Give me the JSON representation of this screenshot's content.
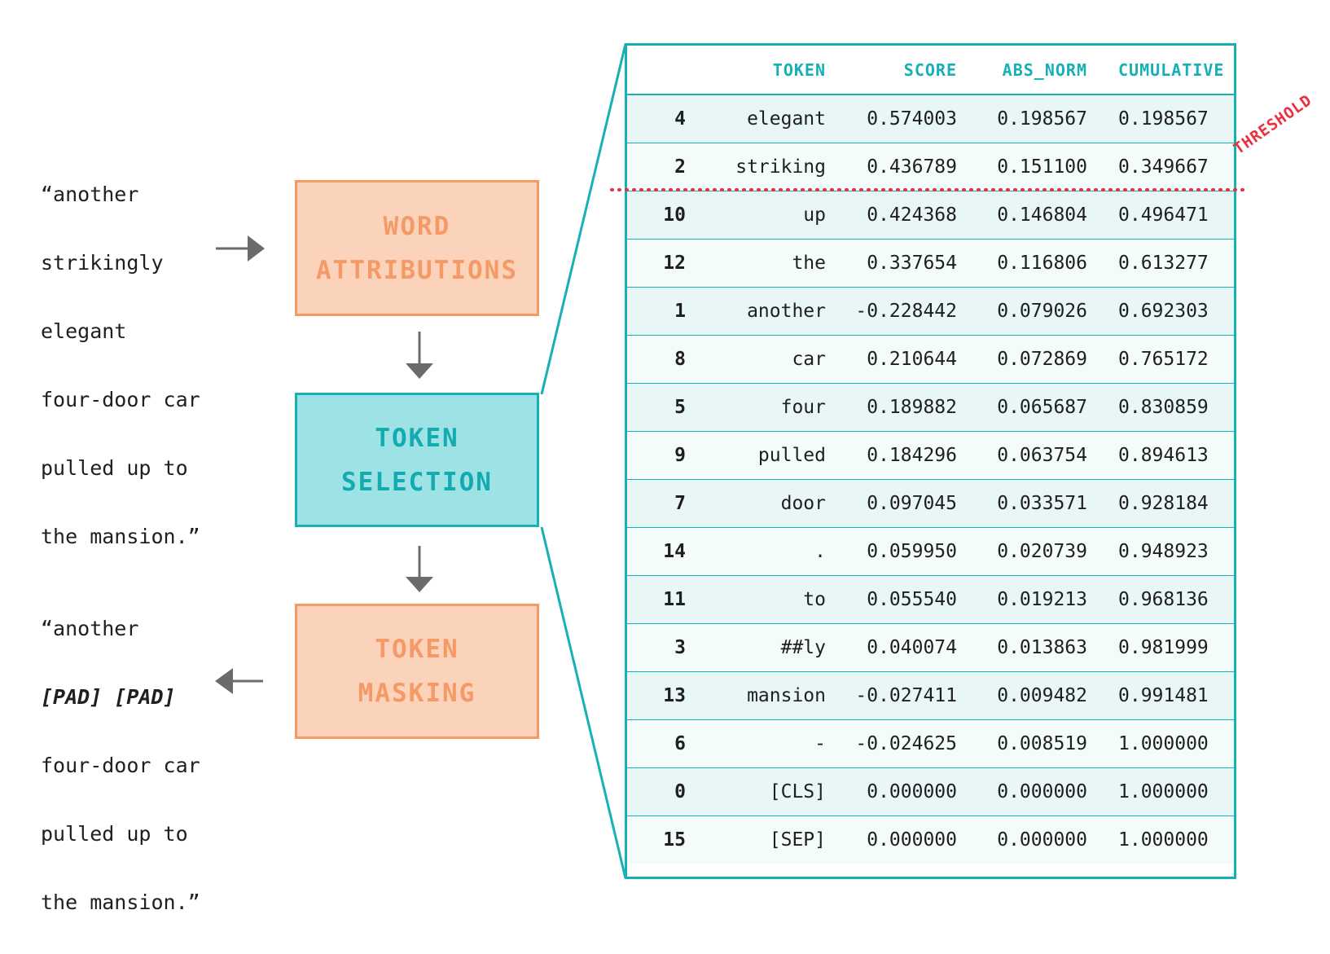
{
  "input_sentence": {
    "lines": [
      "“another",
      "strikingly",
      "elegant",
      "four-door car",
      "pulled up to",
      "the mansion.”"
    ]
  },
  "output_sentence": {
    "line1": "“another",
    "pad_line": "[PAD] [PAD]",
    "rest": [
      "four-door car",
      "pulled up to",
      "the mansion.”"
    ]
  },
  "boxes": {
    "word_attributions": [
      "WORD",
      "ATTRIBUTIONS"
    ],
    "token_selection": [
      "TOKEN",
      "SELECTION"
    ],
    "token_masking": [
      "TOKEN",
      "MASKING"
    ]
  },
  "table": {
    "headers": [
      "",
      "TOKEN",
      "SCORE",
      "ABS_NORM",
      "CUMULATIVE"
    ],
    "rows": [
      [
        "4",
        "elegant",
        "0.574003",
        "0.198567",
        "0.198567"
      ],
      [
        "2",
        "striking",
        "0.436789",
        "0.151100",
        "0.349667"
      ],
      [
        "10",
        "up",
        "0.424368",
        "0.146804",
        "0.496471"
      ],
      [
        "12",
        "the",
        "0.337654",
        "0.116806",
        "0.613277"
      ],
      [
        "1",
        "another",
        "-0.228442",
        "0.079026",
        "0.692303"
      ],
      [
        "8",
        "car",
        "0.210644",
        "0.072869",
        "0.765172"
      ],
      [
        "5",
        "four",
        "0.189882",
        "0.065687",
        "0.830859"
      ],
      [
        "9",
        "pulled",
        "0.184296",
        "0.063754",
        "0.894613"
      ],
      [
        "7",
        "door",
        "0.097045",
        "0.033571",
        "0.928184"
      ],
      [
        "14",
        ".",
        "0.059950",
        "0.020739",
        "0.948923"
      ],
      [
        "11",
        "to",
        "0.055540",
        "0.019213",
        "0.968136"
      ],
      [
        "3",
        "##ly",
        "0.040074",
        "0.013863",
        "0.981999"
      ],
      [
        "13",
        "mansion",
        "-0.027411",
        "0.009482",
        "0.991481"
      ],
      [
        "6",
        "-",
        "-0.024625",
        "0.008519",
        "1.000000"
      ],
      [
        "0",
        "[CLS]",
        "0.000000",
        "0.000000",
        "1.000000"
      ],
      [
        "15",
        "[SEP]",
        "0.000000",
        "0.000000",
        "1.000000"
      ]
    ]
  },
  "threshold": {
    "label": "THRESHOLD",
    "color": "#e8333f",
    "after_row": 2
  },
  "colors": {
    "orange_fill": "#fbd3bb",
    "orange_stroke": "#f59a66",
    "teal_fill": "#9de2e4",
    "teal_stroke": "#16b0b5",
    "arrow": "#6b6b6b"
  }
}
